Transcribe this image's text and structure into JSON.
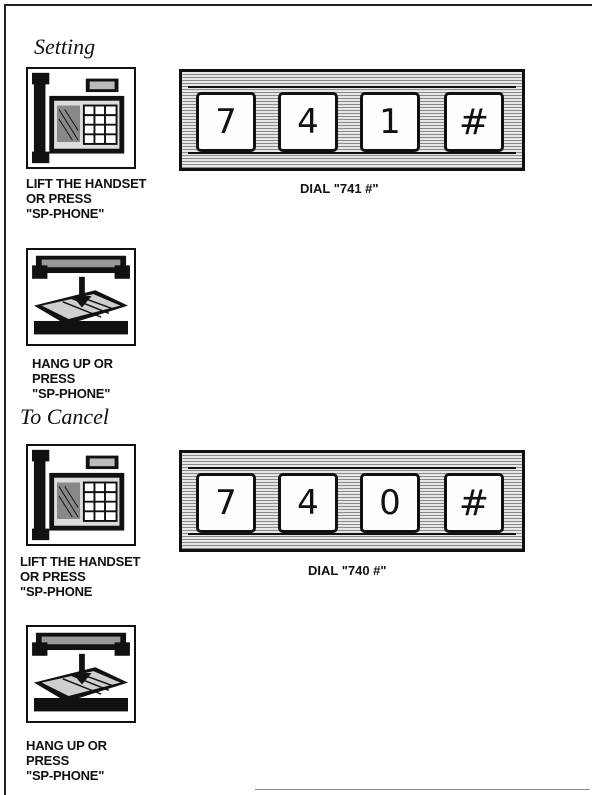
{
  "setting": {
    "title": "Setting",
    "step1_caption": [
      "LIFT THE HANDSET",
      "OR PRESS",
      "\"SP-PHONE\""
    ],
    "keys": [
      "7",
      "4",
      "1",
      "#"
    ],
    "dial_caption": "DIAL \"741 #\"",
    "step3_caption": [
      "HANG UP OR",
      "PRESS",
      "\"SP-PHONE\""
    ]
  },
  "cancel": {
    "title": "To Cancel",
    "step1_caption": [
      "LIFT THE HANDSET",
      "OR PRESS",
      "\"SP-PHONE"
    ],
    "keys": [
      "7",
      "4",
      "0",
      "#"
    ],
    "dial_caption": "DIAL \"740 #\"",
    "step3_caption": [
      "HANG UP OR",
      "PRESS",
      "\"SP-PHONE\""
    ]
  },
  "icons": {
    "lift": "phone-handset-lift-icon",
    "hangup": "phone-hang-up-icon"
  }
}
